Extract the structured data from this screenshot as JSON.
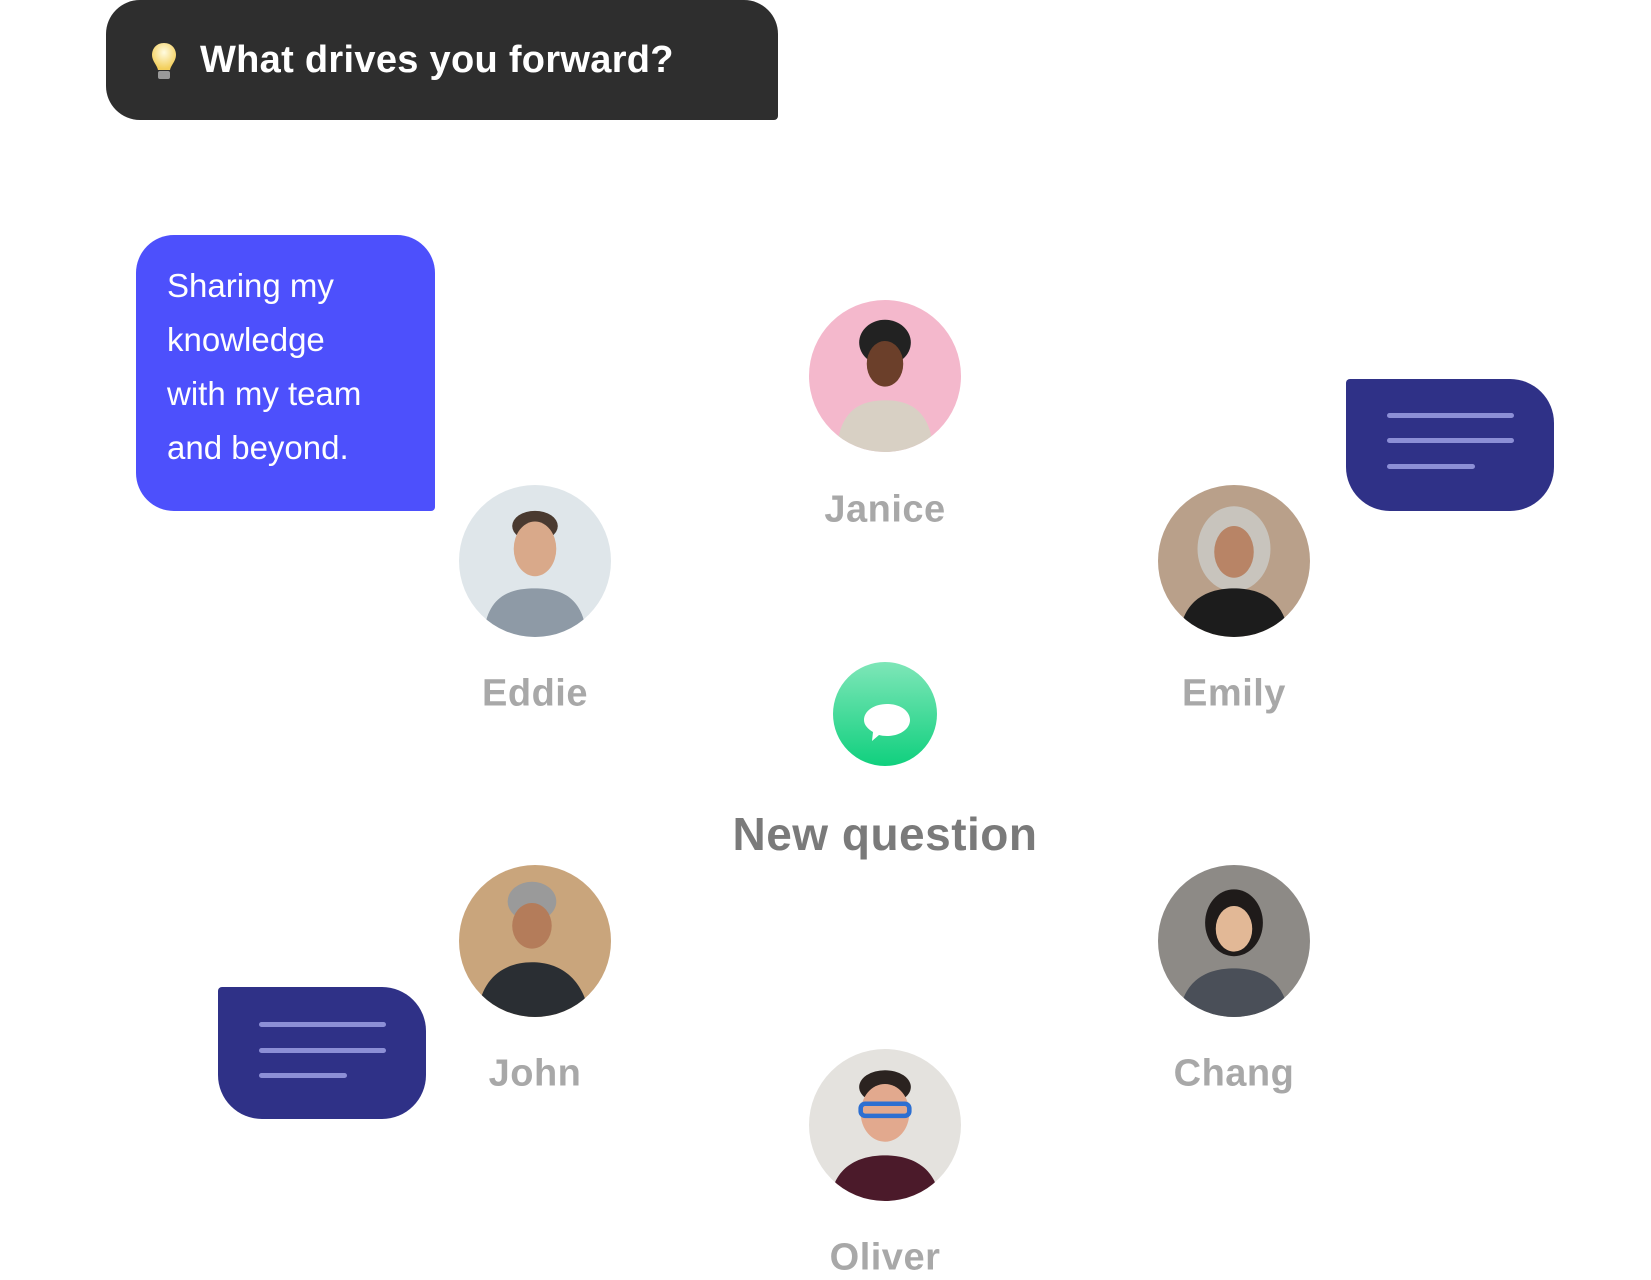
{
  "header": {
    "icon": "lightbulb-icon",
    "title": "What drives you forward?"
  },
  "answer": {
    "lines": [
      "Sharing my",
      "knowledge",
      "with my team",
      "and beyond."
    ],
    "color": "#4d50fc"
  },
  "center": {
    "icon": "chat-bubble-icon",
    "label": "New question",
    "color": "#10d07e"
  },
  "people": [
    {
      "name": "Janice"
    },
    {
      "name": "Eddie"
    },
    {
      "name": "Emily"
    },
    {
      "name": "John"
    },
    {
      "name": "Chang"
    },
    {
      "name": "Oliver"
    }
  ],
  "colors": {
    "header_bg": "#2e2e2e",
    "placeholder_bubble": "#2f3187",
    "name_text": "#a8a8a8"
  }
}
